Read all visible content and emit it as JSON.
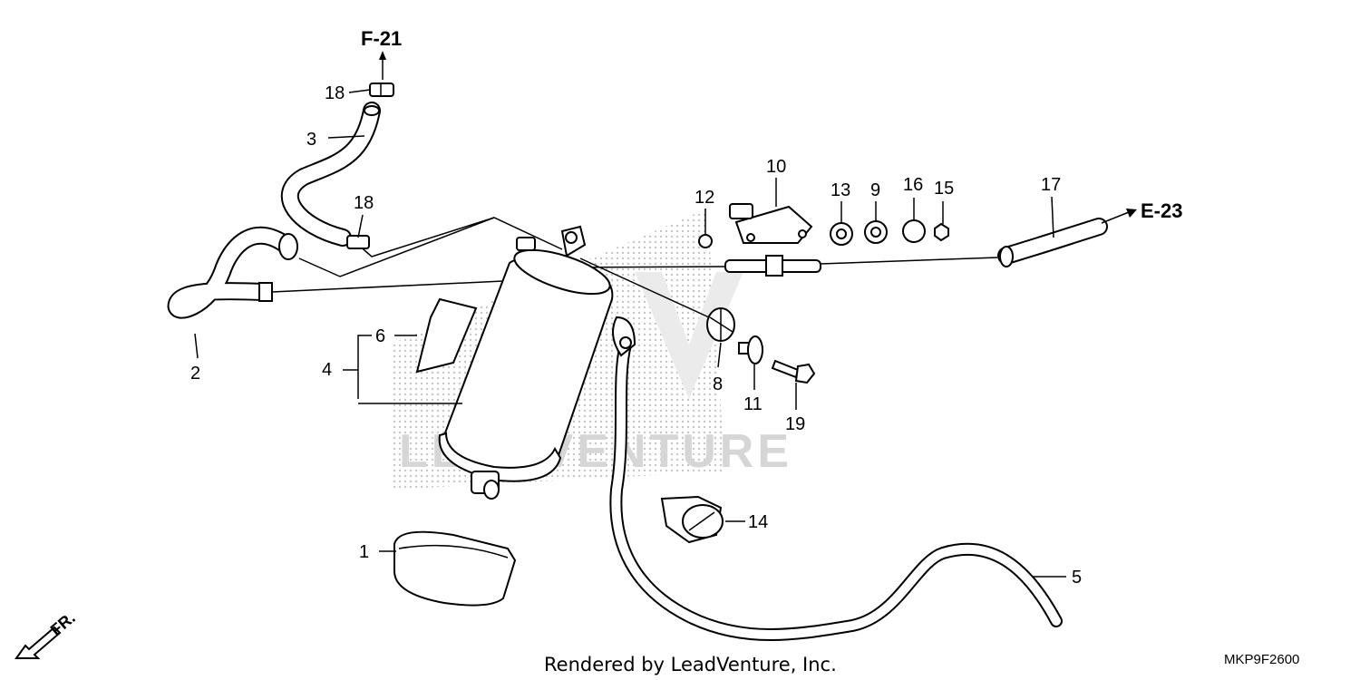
{
  "callouts": {
    "n1": "1",
    "n2": "2",
    "n3": "3",
    "n4": "4",
    "n5": "5",
    "n6": "6",
    "n8": "8",
    "n9": "9",
    "n10": "10",
    "n11": "11",
    "n12": "12",
    "n13": "13",
    "n14": "14",
    "n15": "15",
    "n16": "16",
    "n17": "17",
    "n18a": "18",
    "n18b": "18",
    "n19": "19"
  },
  "references": {
    "top": "F-21",
    "right": "E-23"
  },
  "direction_label": "FR.",
  "credit": "Rendered by LeadVenture, Inc.",
  "diagram_code": "MKP9F2600",
  "watermark": "LEADVENTURE"
}
